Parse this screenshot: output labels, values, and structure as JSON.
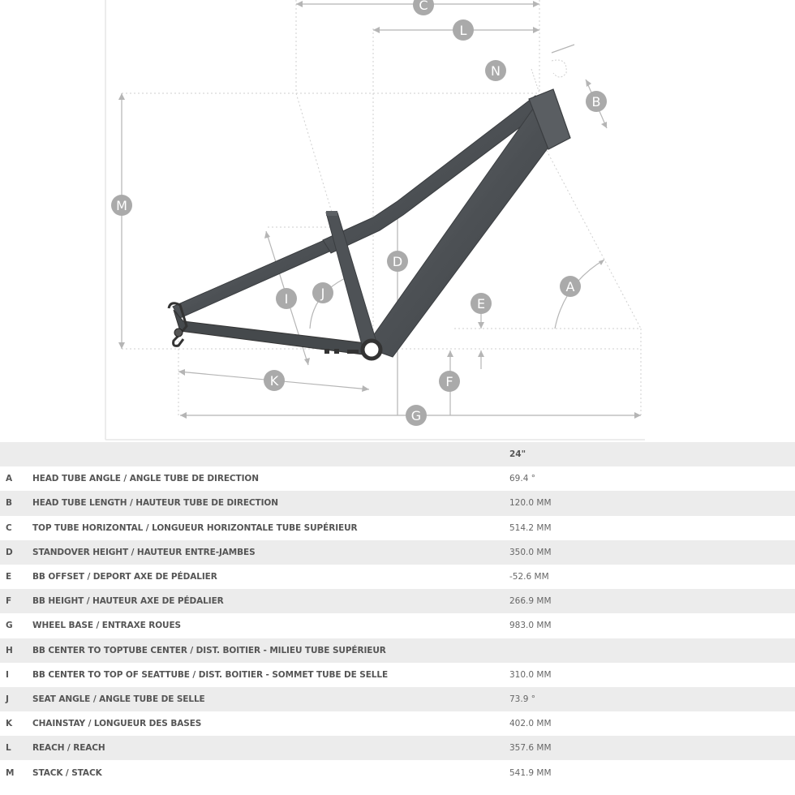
{
  "diagram": {
    "labels": [
      "A",
      "B",
      "C",
      "D",
      "E",
      "F",
      "G",
      "I",
      "J",
      "K",
      "L",
      "M",
      "N"
    ]
  },
  "table": {
    "size_header": "24\"",
    "rows": [
      {
        "letter": "A",
        "label": "HEAD TUBE ANGLE / ANGLE TUBE DE DIRECTION",
        "value": "69.4 °"
      },
      {
        "letter": "B",
        "label": "HEAD TUBE LENGTH / HAUTEUR TUBE DE DIRECTION",
        "value": "120.0 MM"
      },
      {
        "letter": "C",
        "label": "TOP TUBE HORIZONTAL / LONGUEUR HORIZONTALE TUBE SUPÉRIEUR",
        "value": "514.2 MM"
      },
      {
        "letter": "D",
        "label": "STANDOVER HEIGHT / HAUTEUR ENTRE-JAMBES",
        "value": "350.0 MM"
      },
      {
        "letter": "E",
        "label": "BB OFFSET / DEPORT AXE DE PÉDALIER",
        "value": "-52.6 MM"
      },
      {
        "letter": "F",
        "label": "BB HEIGHT / HAUTEUR AXE DE PÉDALIER",
        "value": "266.9 MM"
      },
      {
        "letter": "G",
        "label": "WHEEL BASE / ENTRAXE ROUES",
        "value": "983.0 MM"
      },
      {
        "letter": "H",
        "label": "BB CENTER TO TOPTUBE CENTER / DIST. BOITIER - MILIEU TUBE SUPÉRIEUR",
        "value": ""
      },
      {
        "letter": "I",
        "label": "BB CENTER TO TOP OF SEATTUBE / DIST. BOITIER - SOMMET TUBE DE SELLE",
        "value": "310.0 MM"
      },
      {
        "letter": "J",
        "label": "SEAT ANGLE / ANGLE TUBE DE SELLE",
        "value": "73.9 °"
      },
      {
        "letter": "K",
        "label": "CHAINSTAY / LONGUEUR DES BASES",
        "value": "402.0 MM"
      },
      {
        "letter": "L",
        "label": "REACH / REACH",
        "value": "357.6 MM"
      },
      {
        "letter": "M",
        "label": "STACK / STACK",
        "value": "541.9 MM"
      }
    ]
  }
}
